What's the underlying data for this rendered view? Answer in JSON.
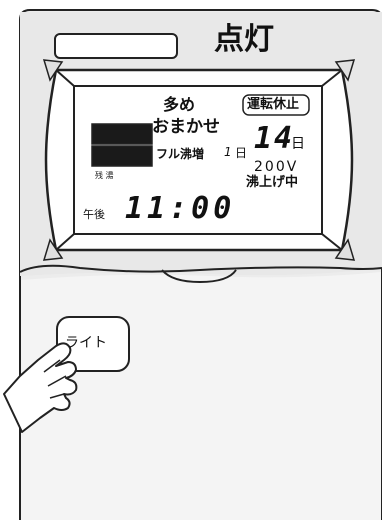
{
  "panel": {
    "status_title": "点灯"
  },
  "lcd": {
    "halt_badge": "運転休止",
    "line1": "多め",
    "line2": "おまかせ",
    "line3": "フル沸増",
    "line3_num": "1",
    "line3_unit": "日",
    "day_value": "14",
    "day_unit": "日",
    "voltage": "200V",
    "heating_status": "沸上げ中",
    "left_labels": "残 湯",
    "time_period": "午後",
    "time": "11:00"
  },
  "controls": {
    "light_button": "ライト"
  }
}
